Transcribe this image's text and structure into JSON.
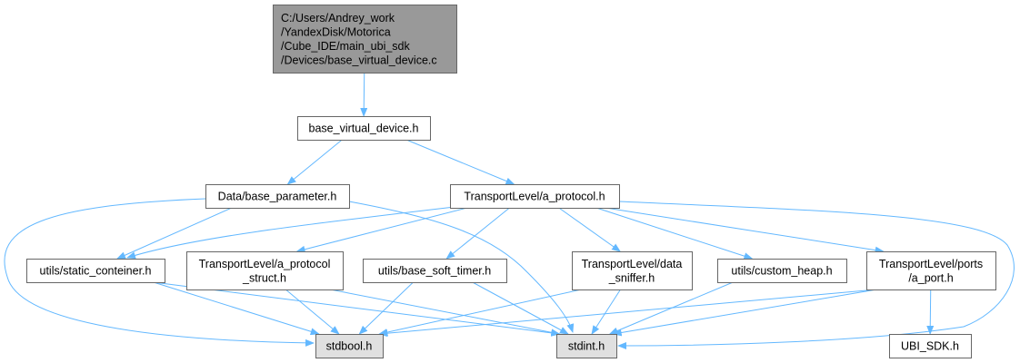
{
  "colors": {
    "edge": "#63b8ff",
    "root_fill": "#999999",
    "node_fill": "#ffffff",
    "system_fill": "#e0e0e0",
    "border": "#666666"
  },
  "nodes": [
    {
      "id": "root",
      "kind": "root",
      "lines": [
        "C:/Users/Andrey_work",
        "/YandexDisk/Motorica",
        "/Cube_IDE/main_ubi_sdk",
        "/Devices/base_virtual_device.c"
      ]
    },
    {
      "id": "base_virtual_device_h",
      "kind": "file",
      "lines": [
        "base_virtual_device.h"
      ]
    },
    {
      "id": "base_parameter_h",
      "kind": "file",
      "lines": [
        "Data/base_parameter.h"
      ]
    },
    {
      "id": "a_protocol_h",
      "kind": "file",
      "lines": [
        "TransportLevel/a_protocol.h"
      ]
    },
    {
      "id": "static_conteiner_h",
      "kind": "file",
      "lines": [
        "utils/static_conteiner.h"
      ]
    },
    {
      "id": "a_protocol_struct_h",
      "kind": "file",
      "lines": [
        "TransportLevel/a_protocol",
        "_struct.h"
      ]
    },
    {
      "id": "base_soft_timer_h",
      "kind": "file",
      "lines": [
        "utils/base_soft_timer.h"
      ]
    },
    {
      "id": "data_sniffer_h",
      "kind": "file",
      "lines": [
        "TransportLevel/data",
        "_sniffer.h"
      ]
    },
    {
      "id": "custom_heap_h",
      "kind": "file",
      "lines": [
        "utils/custom_heap.h"
      ]
    },
    {
      "id": "a_port_h",
      "kind": "file",
      "lines": [
        "TransportLevel/ports",
        "/a_port.h"
      ]
    },
    {
      "id": "stdbool_h",
      "kind": "system",
      "lines": [
        "stdbool.h"
      ]
    },
    {
      "id": "stdint_h",
      "kind": "system",
      "lines": [
        "stdint.h"
      ]
    },
    {
      "id": "ubi_sdk_h",
      "kind": "file",
      "lines": [
        "UBI_SDK.h"
      ]
    }
  ],
  "edges": [
    {
      "from": "root",
      "to": "base_virtual_device_h"
    },
    {
      "from": "base_virtual_device_h",
      "to": "base_parameter_h"
    },
    {
      "from": "base_virtual_device_h",
      "to": "a_protocol_h"
    },
    {
      "from": "base_parameter_h",
      "to": "static_conteiner_h"
    },
    {
      "from": "base_parameter_h",
      "to": "stdbool_h"
    },
    {
      "from": "base_parameter_h",
      "to": "stdint_h"
    },
    {
      "from": "a_protocol_h",
      "to": "static_conteiner_h"
    },
    {
      "from": "a_protocol_h",
      "to": "a_protocol_struct_h"
    },
    {
      "from": "a_protocol_h",
      "to": "base_soft_timer_h"
    },
    {
      "from": "a_protocol_h",
      "to": "data_sniffer_h"
    },
    {
      "from": "a_protocol_h",
      "to": "custom_heap_h"
    },
    {
      "from": "a_protocol_h",
      "to": "a_port_h"
    },
    {
      "from": "a_protocol_h",
      "to": "stdint_h"
    },
    {
      "from": "static_conteiner_h",
      "to": "stdbool_h"
    },
    {
      "from": "static_conteiner_h",
      "to": "stdint_h"
    },
    {
      "from": "a_protocol_struct_h",
      "to": "stdbool_h"
    },
    {
      "from": "a_protocol_struct_h",
      "to": "stdint_h"
    },
    {
      "from": "base_soft_timer_h",
      "to": "stdbool_h"
    },
    {
      "from": "base_soft_timer_h",
      "to": "stdint_h"
    },
    {
      "from": "data_sniffer_h",
      "to": "stdbool_h"
    },
    {
      "from": "data_sniffer_h",
      "to": "stdint_h"
    },
    {
      "from": "custom_heap_h",
      "to": "stdint_h"
    },
    {
      "from": "a_port_h",
      "to": "stdbool_h"
    },
    {
      "from": "a_port_h",
      "to": "stdint_h"
    },
    {
      "from": "a_port_h",
      "to": "ubi_sdk_h"
    }
  ]
}
